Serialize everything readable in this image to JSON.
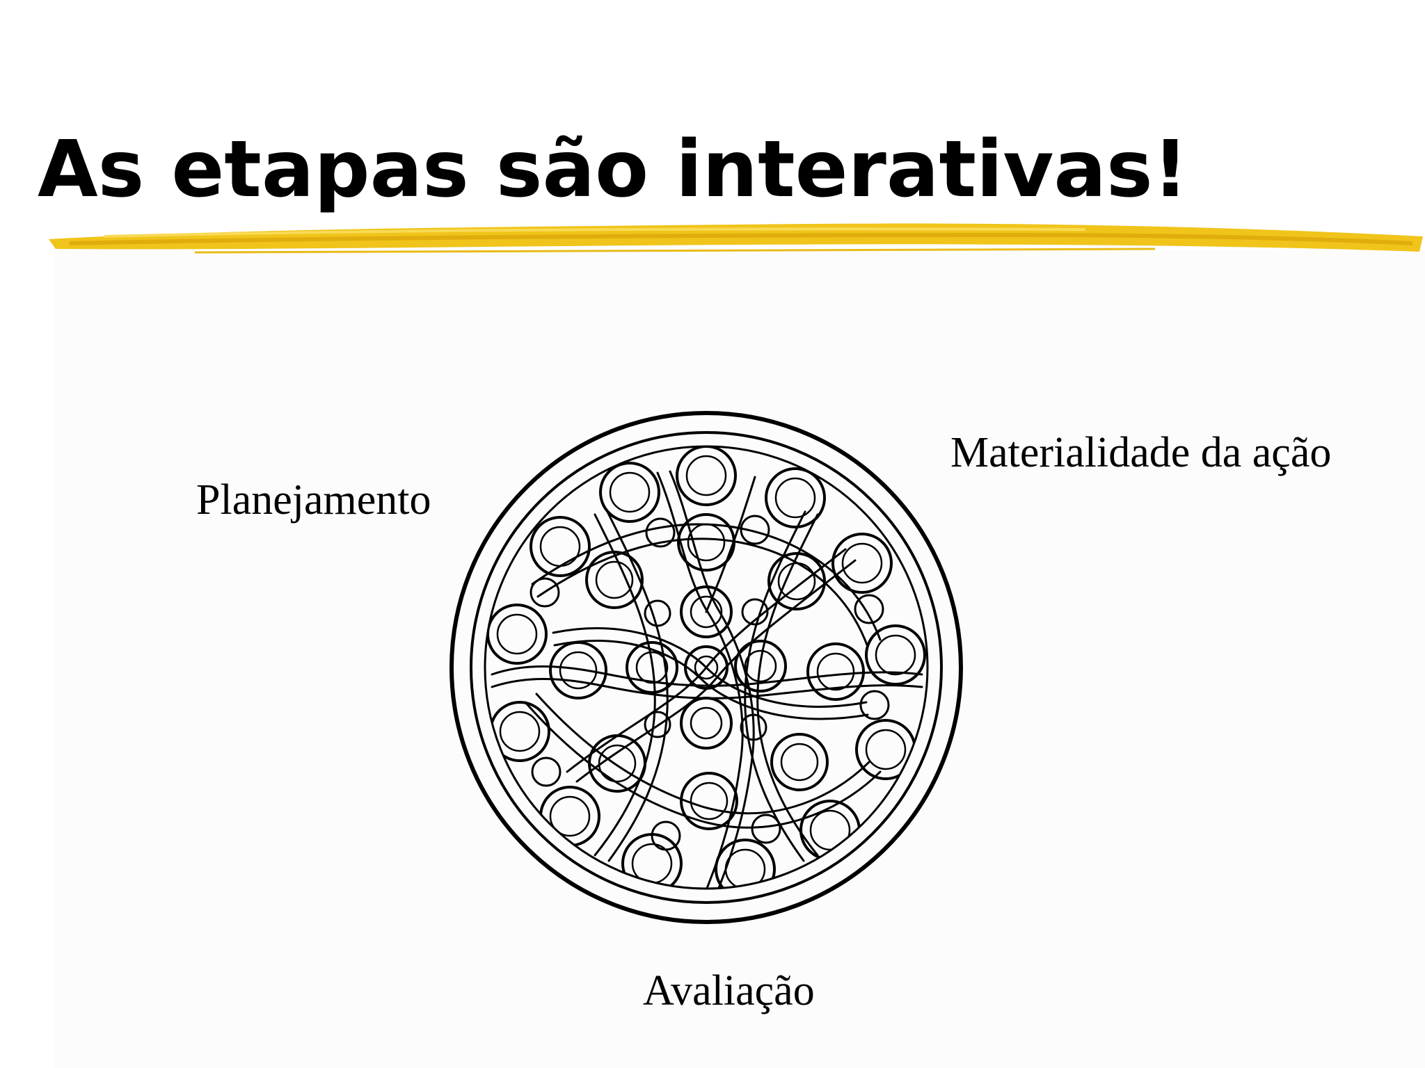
{
  "slide": {
    "title": "As etapas são interativas!",
    "accent_color": "#f2c614"
  },
  "diagram": {
    "labels": {
      "planning": "Planejamento",
      "materiality": "Materialidade da ação",
      "evaluation": "Avaliação"
    },
    "center_figure": "celtic-knot-circle"
  }
}
